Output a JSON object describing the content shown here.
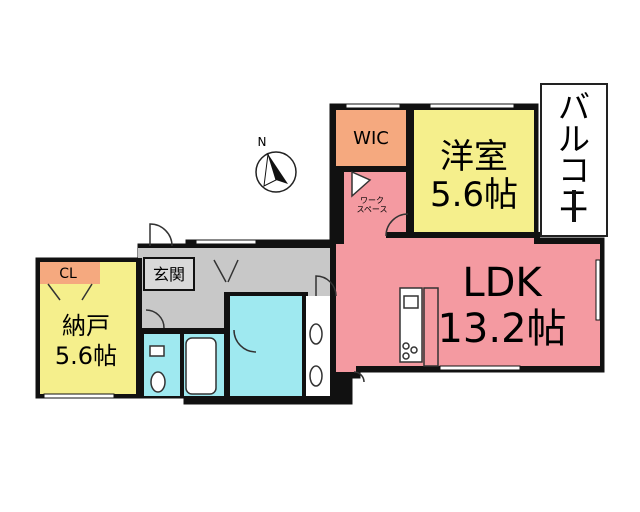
{
  "rooms": {
    "wic": "WIC",
    "bedroom": {
      "name": "洋室",
      "size": "5.6帖"
    },
    "balcony": [
      "バ",
      "ル",
      "コ",
      "ニ",
      "ー"
    ],
    "work_space": [
      "ワーク",
      "スペース"
    ],
    "ldk": {
      "name": "LDK",
      "size": "13.2帖"
    },
    "closet": "CL",
    "storeroom": {
      "name": "納戸",
      "size": "5.6帖"
    },
    "entrance": "玄関"
  },
  "compass": {
    "label": "N"
  },
  "colors": {
    "wic": "#f5a97f",
    "bedroom": "#f5ef8c",
    "storeroom": "#f5ef8c",
    "ldk": "#f49aa1",
    "closet": "#f5a97f",
    "hall": "#c8c8c8",
    "wet_area": "#9fe9f0",
    "entrance": "#d9d9d9",
    "balcony": "#ffffff",
    "wall": "#111111"
  }
}
